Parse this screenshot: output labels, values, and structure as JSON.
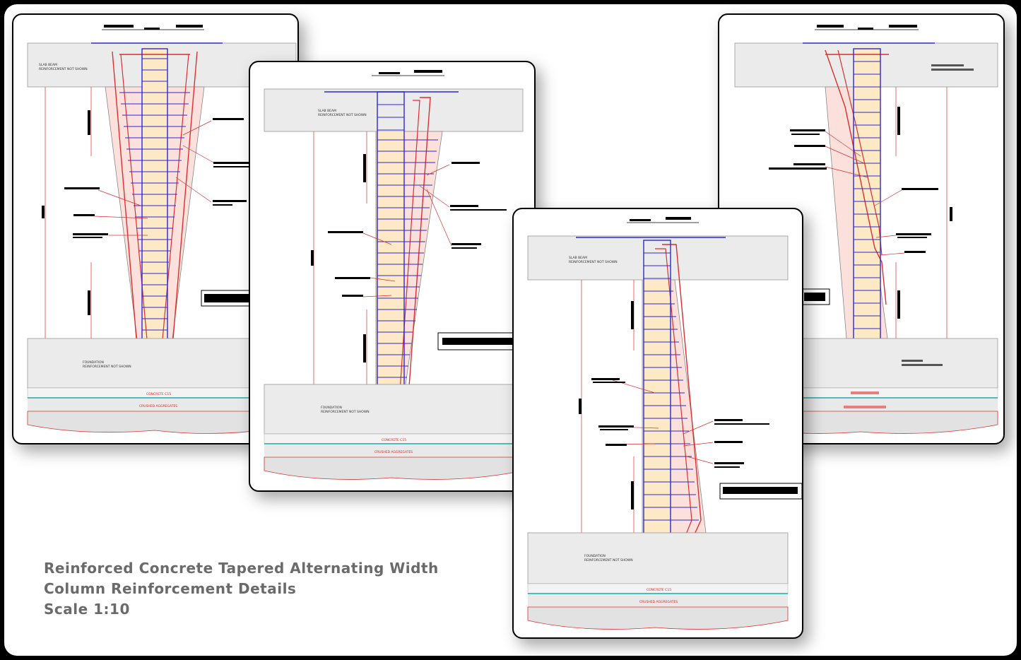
{
  "caption": {
    "line1": "Reinforced Concrete Tapered Alternating Width",
    "line2": "Column Reinforcement Details",
    "line3": "Scale 1:10"
  },
  "drawing_labels": {
    "slab_beam": "SLAB BEAM",
    "reinforcement_not_shown": "REINFORCEMENT NOT SHOWN",
    "foundation": "FOUNDATION",
    "concrete": "CONCRETE C15",
    "crushed_aggregates": "CRUSHED AGGREGATES"
  },
  "colors": {
    "rebar_red": "#d93030",
    "stirrup_blue": "#2a2ad0",
    "concrete_fill": "#ebebeb",
    "core_fill": "#fde9c6",
    "taper_fill": "#fbe0dc",
    "lean_line": "#1aa5a5"
  }
}
